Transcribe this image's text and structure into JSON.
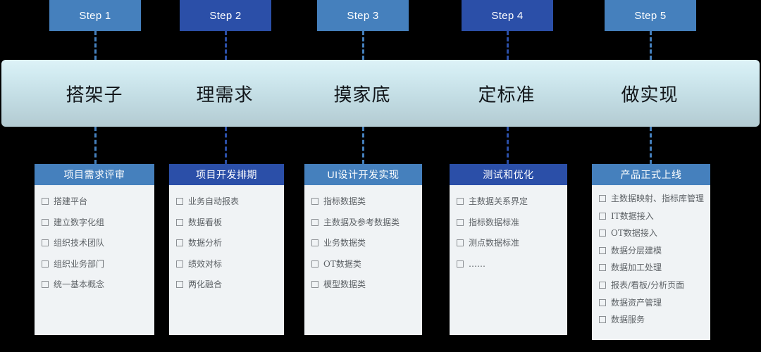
{
  "background_color": "#000000",
  "palette": {
    "light_blue": "#4580bd",
    "dark_blue": "#2b4fa8",
    "banner_top": "#ddf2f7",
    "banner_bottom": "#b3cbd2",
    "card_body": "#f0f3f5",
    "bullet_text": "#5d6266"
  },
  "steps": [
    {
      "label": "Step 1",
      "tone": "light"
    },
    {
      "label": "Step 2",
      "tone": "dark"
    },
    {
      "label": "Step 3",
      "tone": "light"
    },
    {
      "label": "Step 4",
      "tone": "dark"
    },
    {
      "label": "Step 5",
      "tone": "light"
    }
  ],
  "banner": {
    "labels": [
      {
        "text": "搭架子"
      },
      {
        "text": "理需求"
      },
      {
        "text": "摸家底"
      },
      {
        "text": "定标准"
      },
      {
        "text": "做实现"
      }
    ]
  },
  "cards": [
    {
      "title": "项目需求评审",
      "tone": "light",
      "items": [
        "搭建平台",
        "建立数字化组",
        "组织技术团队",
        "组织业务部门",
        "统一基本概念"
      ]
    },
    {
      "title": "项目开发排期",
      "tone": "dark",
      "items": [
        "业务自动报表",
        "数据看板",
        "数据分析",
        "绩效对标",
        "两化融合"
      ]
    },
    {
      "title": "UI设计开发实现",
      "tone": "light",
      "items": [
        "指标数据类",
        "主数据及参考数据类",
        "业务数据类",
        "OT数据类",
        "模型数据类"
      ]
    },
    {
      "title": "测试和优化",
      "tone": "dark",
      "items": [
        "主数据关系界定",
        "指标数据标准",
        "测点数据标准",
        "……"
      ]
    },
    {
      "title": "产品正式上线",
      "tone": "light",
      "items": [
        "主数据映射、指标库管理",
        "IT数据接入",
        "OT数据接入",
        "数据分层建模",
        "数据加工处理",
        "报表/看板/分析页面",
        "数据资产管理",
        "数据服务"
      ]
    }
  ]
}
